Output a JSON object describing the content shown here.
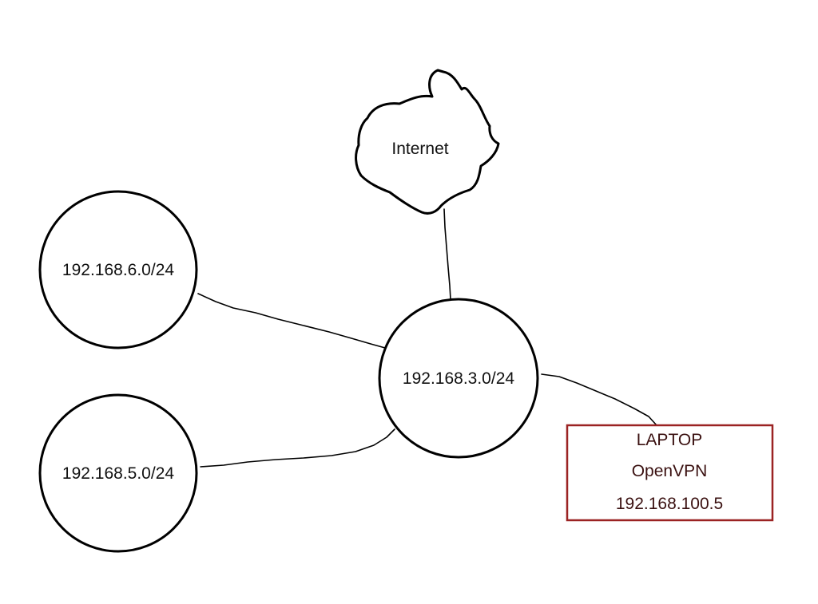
{
  "internet": {
    "label": "Internet"
  },
  "networks": {
    "center": {
      "label": "192.168.3.0/24"
    },
    "top_left": {
      "label": "192.168.6.0/24"
    },
    "bottom_left": {
      "label": "192.168.5.0/24"
    }
  },
  "laptop": {
    "line1": "LAPTOP",
    "line2": "OpenVPN",
    "line3": "192.168.100.5",
    "border_color": "#9b2323"
  }
}
